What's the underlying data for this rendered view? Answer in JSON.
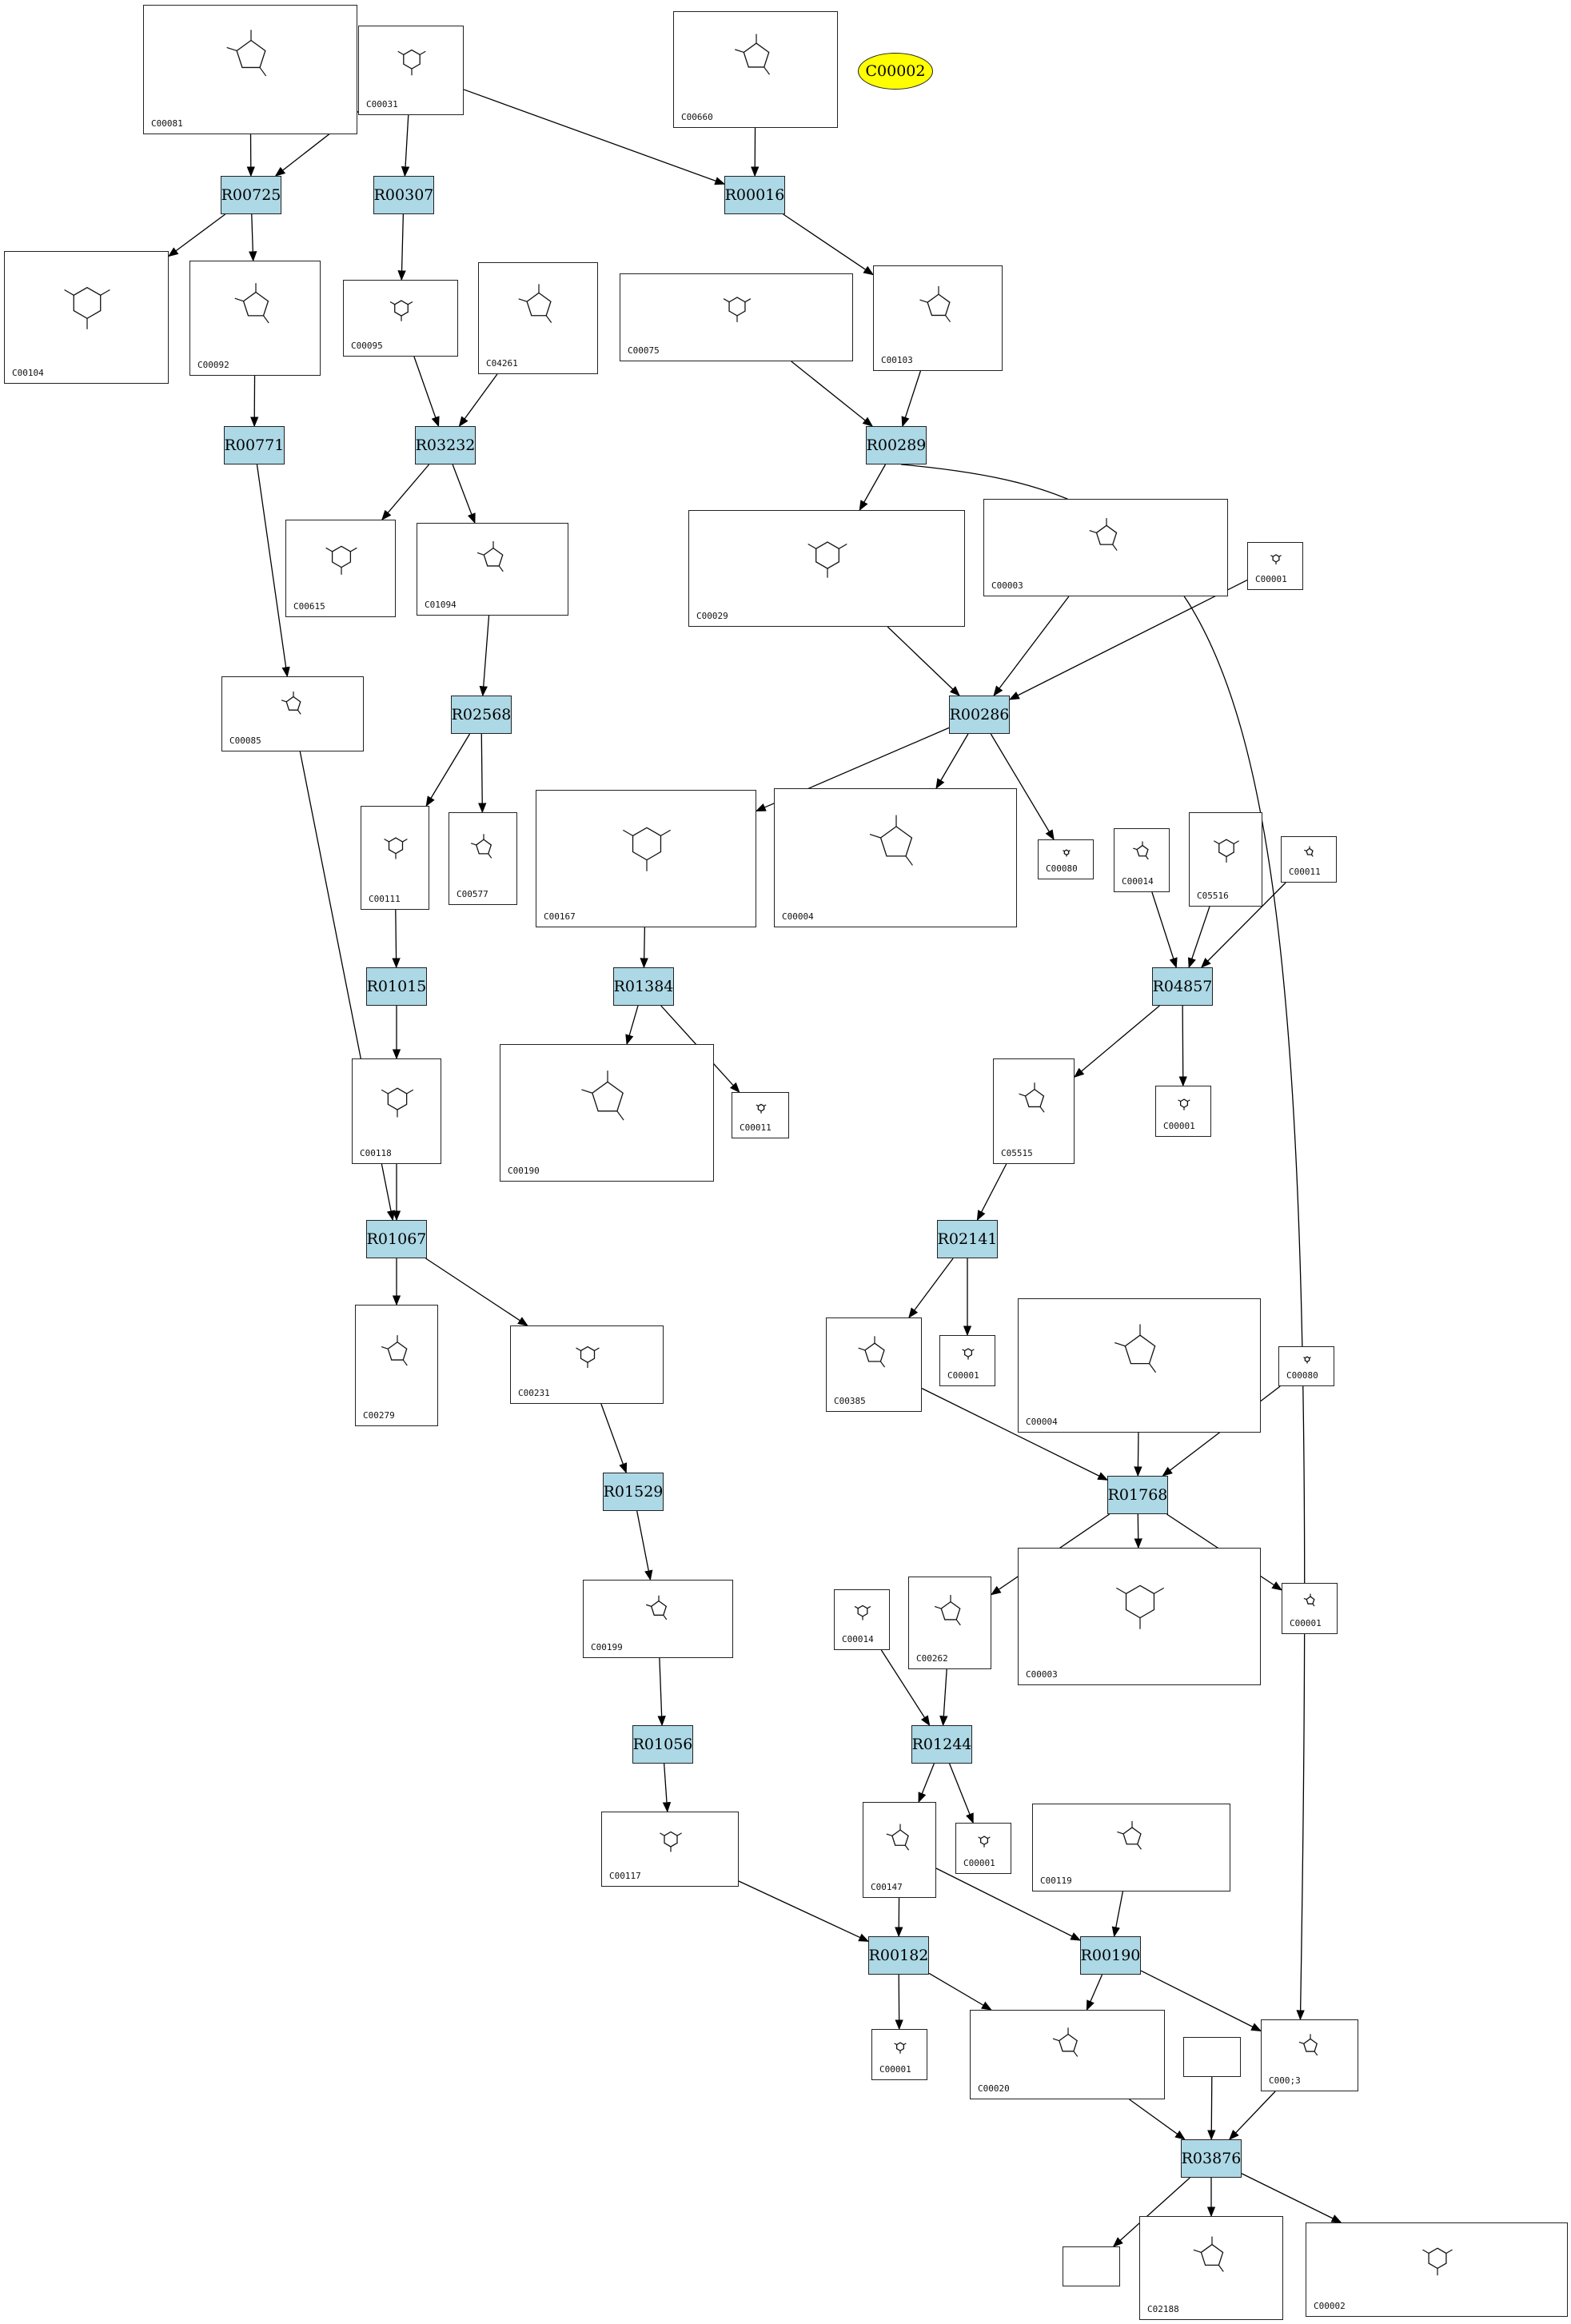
{
  "diagram": {
    "reactions": [
      {
        "id": "R00725",
        "label": "R00725"
      },
      {
        "id": "R00307",
        "label": "R00307"
      },
      {
        "id": "R00016",
        "label": "R00016"
      },
      {
        "id": "R00771",
        "label": "R00771"
      },
      {
        "id": "R03232",
        "label": "R03232"
      },
      {
        "id": "R00289",
        "label": "R00289"
      },
      {
        "id": "R02568",
        "label": "R02568"
      },
      {
        "id": "R00286",
        "label": "R00286"
      },
      {
        "id": "R01015",
        "label": "R01015"
      },
      {
        "id": "R01384",
        "label": "R01384"
      },
      {
        "id": "R04857",
        "label": "R04857"
      },
      {
        "id": "R01067",
        "label": "R01067"
      },
      {
        "id": "R02141",
        "label": "R02141"
      },
      {
        "id": "R01529",
        "label": "R01529"
      },
      {
        "id": "R01768",
        "label": "R01768"
      },
      {
        "id": "R01056",
        "label": "R01056"
      },
      {
        "id": "R01244",
        "label": "R01244"
      },
      {
        "id": "R00182",
        "label": "R00182"
      },
      {
        "id": "R00190",
        "label": "R00190"
      },
      {
        "id": "R03876",
        "label": "R03876"
      }
    ],
    "compounds": [
      {
        "key": "c00081",
        "label": "C00081",
        "icon": "itp-structure"
      },
      {
        "key": "c00031",
        "label": "C00031",
        "icon": "glucose-structure"
      },
      {
        "key": "c00660",
        "label": "C00660",
        "icon": "glucose-bisphosphate-structure"
      },
      {
        "key": "c00104",
        "label": "C00104",
        "icon": "idp-structure"
      },
      {
        "key": "c00092",
        "label": "C00092",
        "icon": "glucose-6-phosphate-structure"
      },
      {
        "key": "c00095",
        "label": "C00095",
        "icon": "fructose-structure"
      },
      {
        "key": "c04261",
        "label": "C04261",
        "icon": "histidine-protein-structure"
      },
      {
        "key": "c00075",
        "label": "C00075",
        "icon": "utp-structure"
      },
      {
        "key": "c00103",
        "label": "C00103",
        "icon": "glucose-1-phosphate-structure"
      },
      {
        "key": "c00615",
        "label": "C00615",
        "icon": "protein-histidine-structure"
      },
      {
        "key": "c01094",
        "label": "C01094",
        "icon": "fructose-1-phosphate-structure"
      },
      {
        "key": "c00029",
        "label": "C00029",
        "icon": "udp-glucose-structure"
      },
      {
        "key": "c00003",
        "label": "C00003",
        "icon": "nad-structure"
      },
      {
        "key": "c00001",
        "label": "C00001",
        "icon": "water-structure"
      },
      {
        "key": "c00085",
        "label": "C00085",
        "icon": "fructose-6-phosphate-structure"
      },
      {
        "key": "c00111",
        "label": "C00111",
        "icon": "glycerone-phosphate-structure"
      },
      {
        "key": "c00577",
        "label": "C00577",
        "icon": "glyceraldehyde-structure"
      },
      {
        "key": "c00167",
        "label": "C00167",
        "icon": "udp-glucuronate-structure"
      },
      {
        "key": "c00004",
        "label": "C00004",
        "icon": "nadh-structure"
      },
      {
        "key": "c00080",
        "label": "C00080",
        "icon": "proton-structure"
      },
      {
        "key": "c00014",
        "label": "C00014",
        "icon": "ammonia-structure"
      },
      {
        "key": "c05516",
        "label": "C05516",
        "icon": "aicar-structure"
      },
      {
        "key": "c00011",
        "label": "C00011",
        "icon": "co2-structure"
      },
      {
        "key": "c00118",
        "label": "C00118",
        "icon": "glyceraldehyde-3-phosphate-structure"
      },
      {
        "key": "c00190",
        "label": "C00190",
        "icon": "udp-xylose-structure"
      },
      {
        "key": "c05515",
        "label": "C05515",
        "icon": "carboxamide-structure"
      },
      {
        "key": "c00279",
        "label": "C00279",
        "icon": "erythrose-4-phosphate-structure"
      },
      {
        "key": "c00231",
        "label": "C00231",
        "icon": "xylulose-5-phosphate-structure"
      },
      {
        "key": "c00385",
        "label": "C00385",
        "icon": "xanthine-structure"
      },
      {
        "key": "c00199",
        "label": "C00199",
        "icon": "ribulose-5-phosphate-structure"
      },
      {
        "key": "c00262",
        "label": "C00262",
        "icon": "hypoxanthine-structure"
      },
      {
        "key": "c00117",
        "label": "C00117",
        "icon": "ribose-5-phosphate-structure"
      },
      {
        "key": "c00147",
        "label": "C00147",
        "icon": "adenine-structure"
      },
      {
        "key": "c00119",
        "label": "C00119",
        "icon": "prpp-structure"
      },
      {
        "key": "c00020",
        "label": "C00020",
        "icon": "amp-structure"
      },
      {
        "key": "c00013",
        "label": "C000;3",
        "icon": "pyrophosphate-structure"
      },
      {
        "key": "c02188",
        "label": "C02188",
        "icon": "protein-lysine-structure"
      },
      {
        "key": "c00002",
        "label": "C00002",
        "icon": "atp-structure"
      }
    ],
    "highlight": {
      "label": "C00002",
      "color": "#ffff00"
    },
    "colors": {
      "reaction_fill": "#add8e6",
      "edge": "#000000",
      "box_border": "#222222"
    }
  }
}
